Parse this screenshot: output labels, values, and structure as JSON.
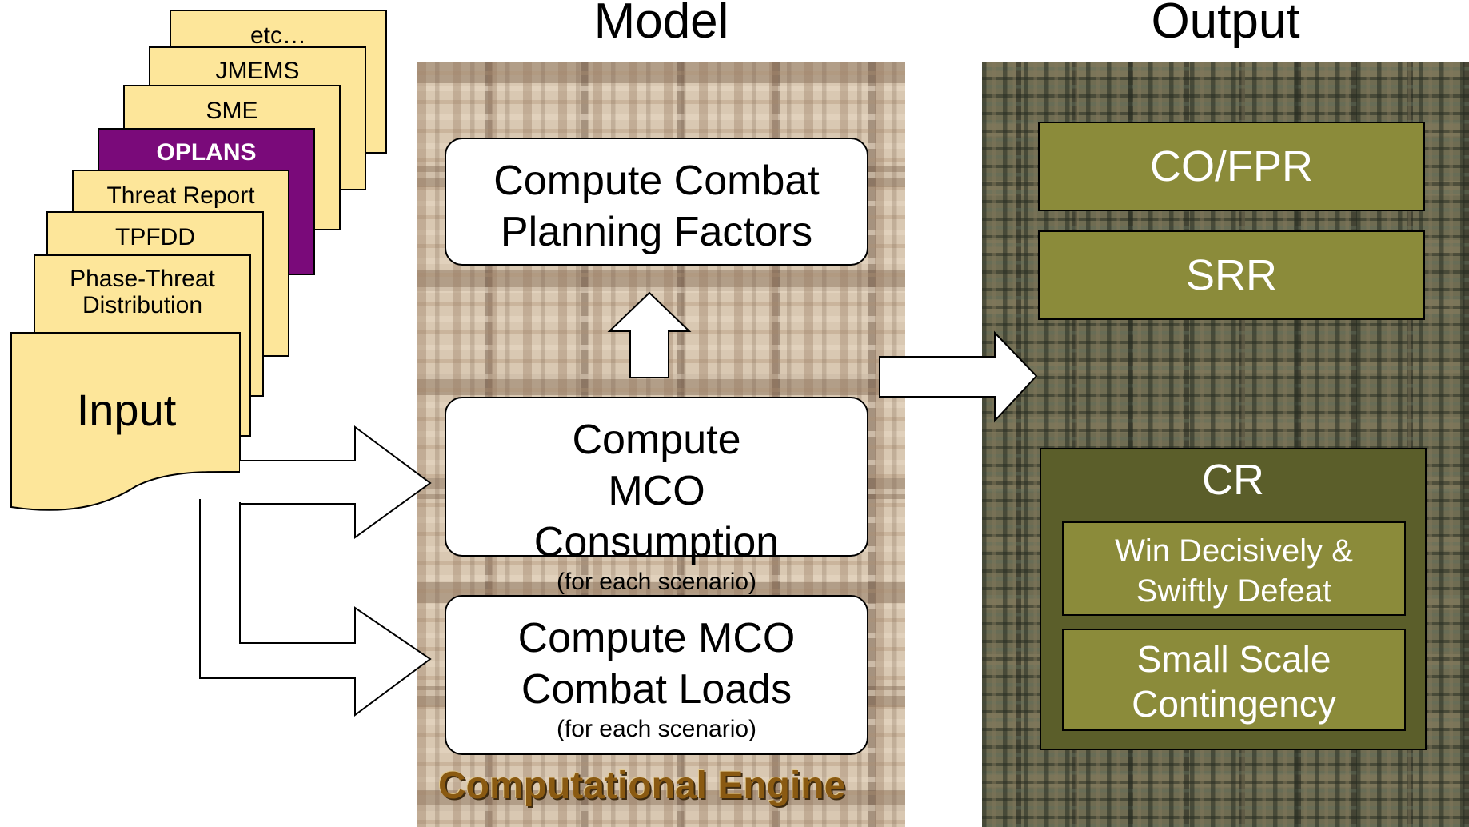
{
  "headings": {
    "model": "Model",
    "output": "Output"
  },
  "inputs": {
    "pages": [
      "etc…",
      "JMEMS",
      "SME",
      "OPLANS",
      "Threat Report",
      "TPFDD",
      "Phase-Threat Distribution"
    ],
    "input_label": "Input"
  },
  "model": {
    "planning_factors": "Compute Combat Planning Factors",
    "consumption_title": "Compute MCO Consumption",
    "consumption_note": "(for each scenario)",
    "loads_title": "Compute MCO Combat Loads",
    "loads_note": "(for each scenario)",
    "engine_label": "Computational Engine"
  },
  "output": {
    "cofpr": "CO/FPR",
    "srr": "SRR",
    "cr": "CR",
    "cr_items": [
      "Win Decisively & Swiftly Defeat",
      "Small Scale Contingency"
    ]
  },
  "colors": {
    "input_page": "#fde69a",
    "oplans_page": "#7a0a7a",
    "output_box": "#8b8b3a",
    "cr_container": "#5b5e2a"
  }
}
